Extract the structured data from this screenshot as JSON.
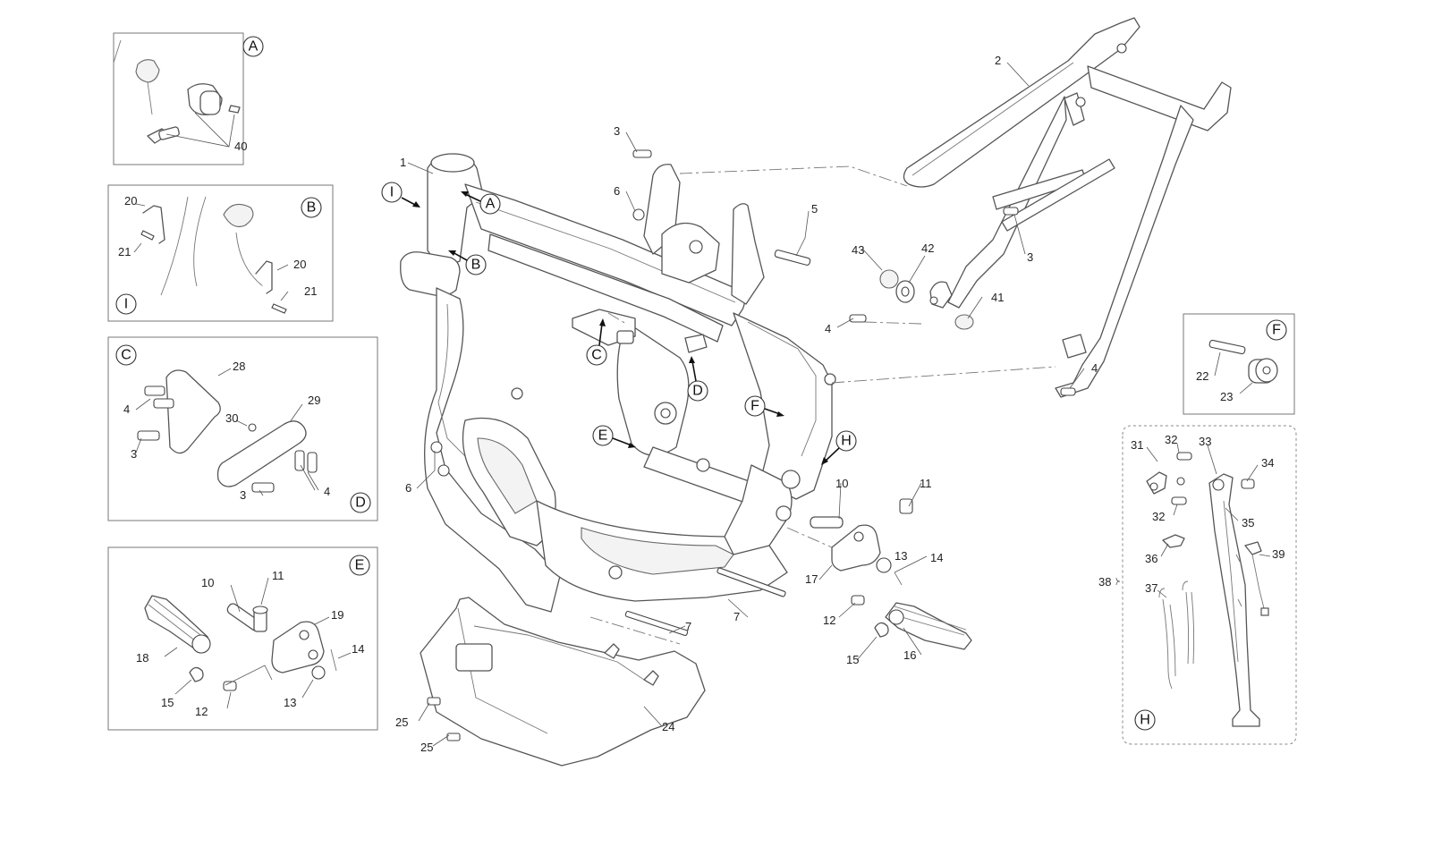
{
  "insets": {
    "A": {
      "letter": "A",
      "parts": [
        "40"
      ]
    },
    "B": {
      "letter": "B",
      "corner_letter": "I",
      "parts": [
        "20",
        "21",
        "20",
        "21"
      ]
    },
    "C": {
      "letter": "C",
      "corner_letter": "D",
      "parts": [
        "28",
        "4",
        "3",
        "29",
        "30",
        "3",
        "4"
      ]
    },
    "E": {
      "letter": "E",
      "parts": [
        "10",
        "11",
        "19",
        "18",
        "14",
        "15",
        "12",
        "13"
      ]
    },
    "F": {
      "letter": "F",
      "parts": [
        "22",
        "23"
      ]
    },
    "H": {
      "letter": "H",
      "parts": [
        "31",
        "32",
        "33",
        "34",
        "32",
        "35",
        "36",
        "39",
        "37",
        "38"
      ]
    }
  },
  "main_callouts": {
    "I": "I",
    "A": "A",
    "B": "B",
    "C": "C",
    "D": "D",
    "E": "E",
    "F": "F",
    "H": "H"
  },
  "part_numbers": {
    "p1": "1",
    "p2": "2",
    "p3a": "3",
    "p3b": "3",
    "p4a": "4",
    "p4b": "4",
    "p5": "5",
    "p6a": "6",
    "p6b": "6",
    "p7a": "7",
    "p7b": "7",
    "p10": "10",
    "p11": "11",
    "p12": "12",
    "p13": "13",
    "p14": "14",
    "p15": "15",
    "p16": "16",
    "p17": "17",
    "p24": "24",
    "p25a": "25",
    "p25b": "25",
    "p41": "41",
    "p42": "42",
    "p43": "43"
  },
  "icons": [
    "frame-drawing",
    "subframe-drawing",
    "skid-plate-drawing",
    "footpeg-drawing",
    "side-stand-drawing"
  ]
}
